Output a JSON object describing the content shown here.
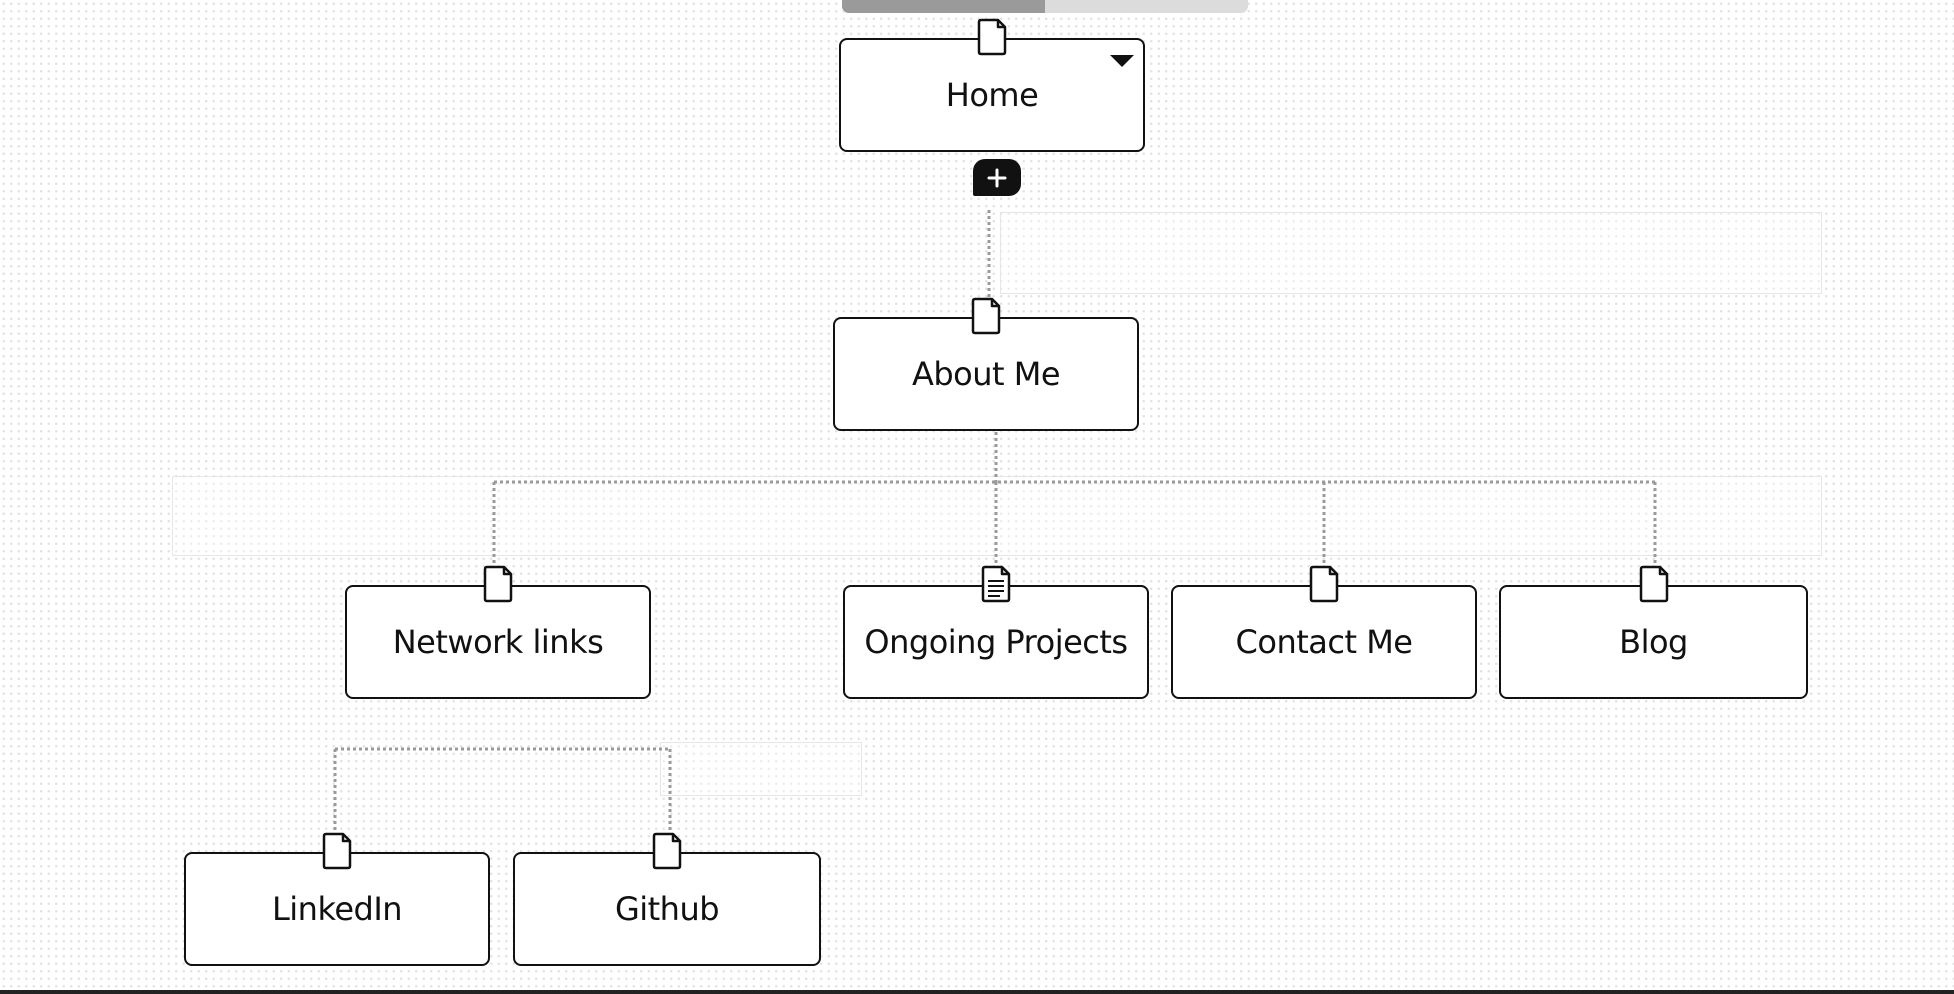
{
  "progress": {
    "value_percent": 50
  },
  "colors": {
    "node_border": "#111111",
    "connector": "#9a9a9a",
    "add_button": "#111111"
  },
  "nodes": {
    "home": {
      "label": "Home",
      "icon": "page-icon"
    },
    "about_me": {
      "label": "About Me",
      "icon": "page-icon"
    },
    "network_links": {
      "label": "Network links",
      "icon": "page-icon"
    },
    "ongoing_projects": {
      "label": "Ongoing Projects",
      "icon": "text-page-icon"
    },
    "contact_me": {
      "label": "Contact Me",
      "icon": "page-icon"
    },
    "blog": {
      "label": "Blog",
      "icon": "page-icon"
    },
    "linkedin": {
      "label": "LinkedIn",
      "icon": "page-icon"
    },
    "github": {
      "label": "Github",
      "icon": "page-icon"
    }
  },
  "controls": {
    "add_icon": "plus-icon",
    "dropdown_icon": "caret-down-icon"
  }
}
